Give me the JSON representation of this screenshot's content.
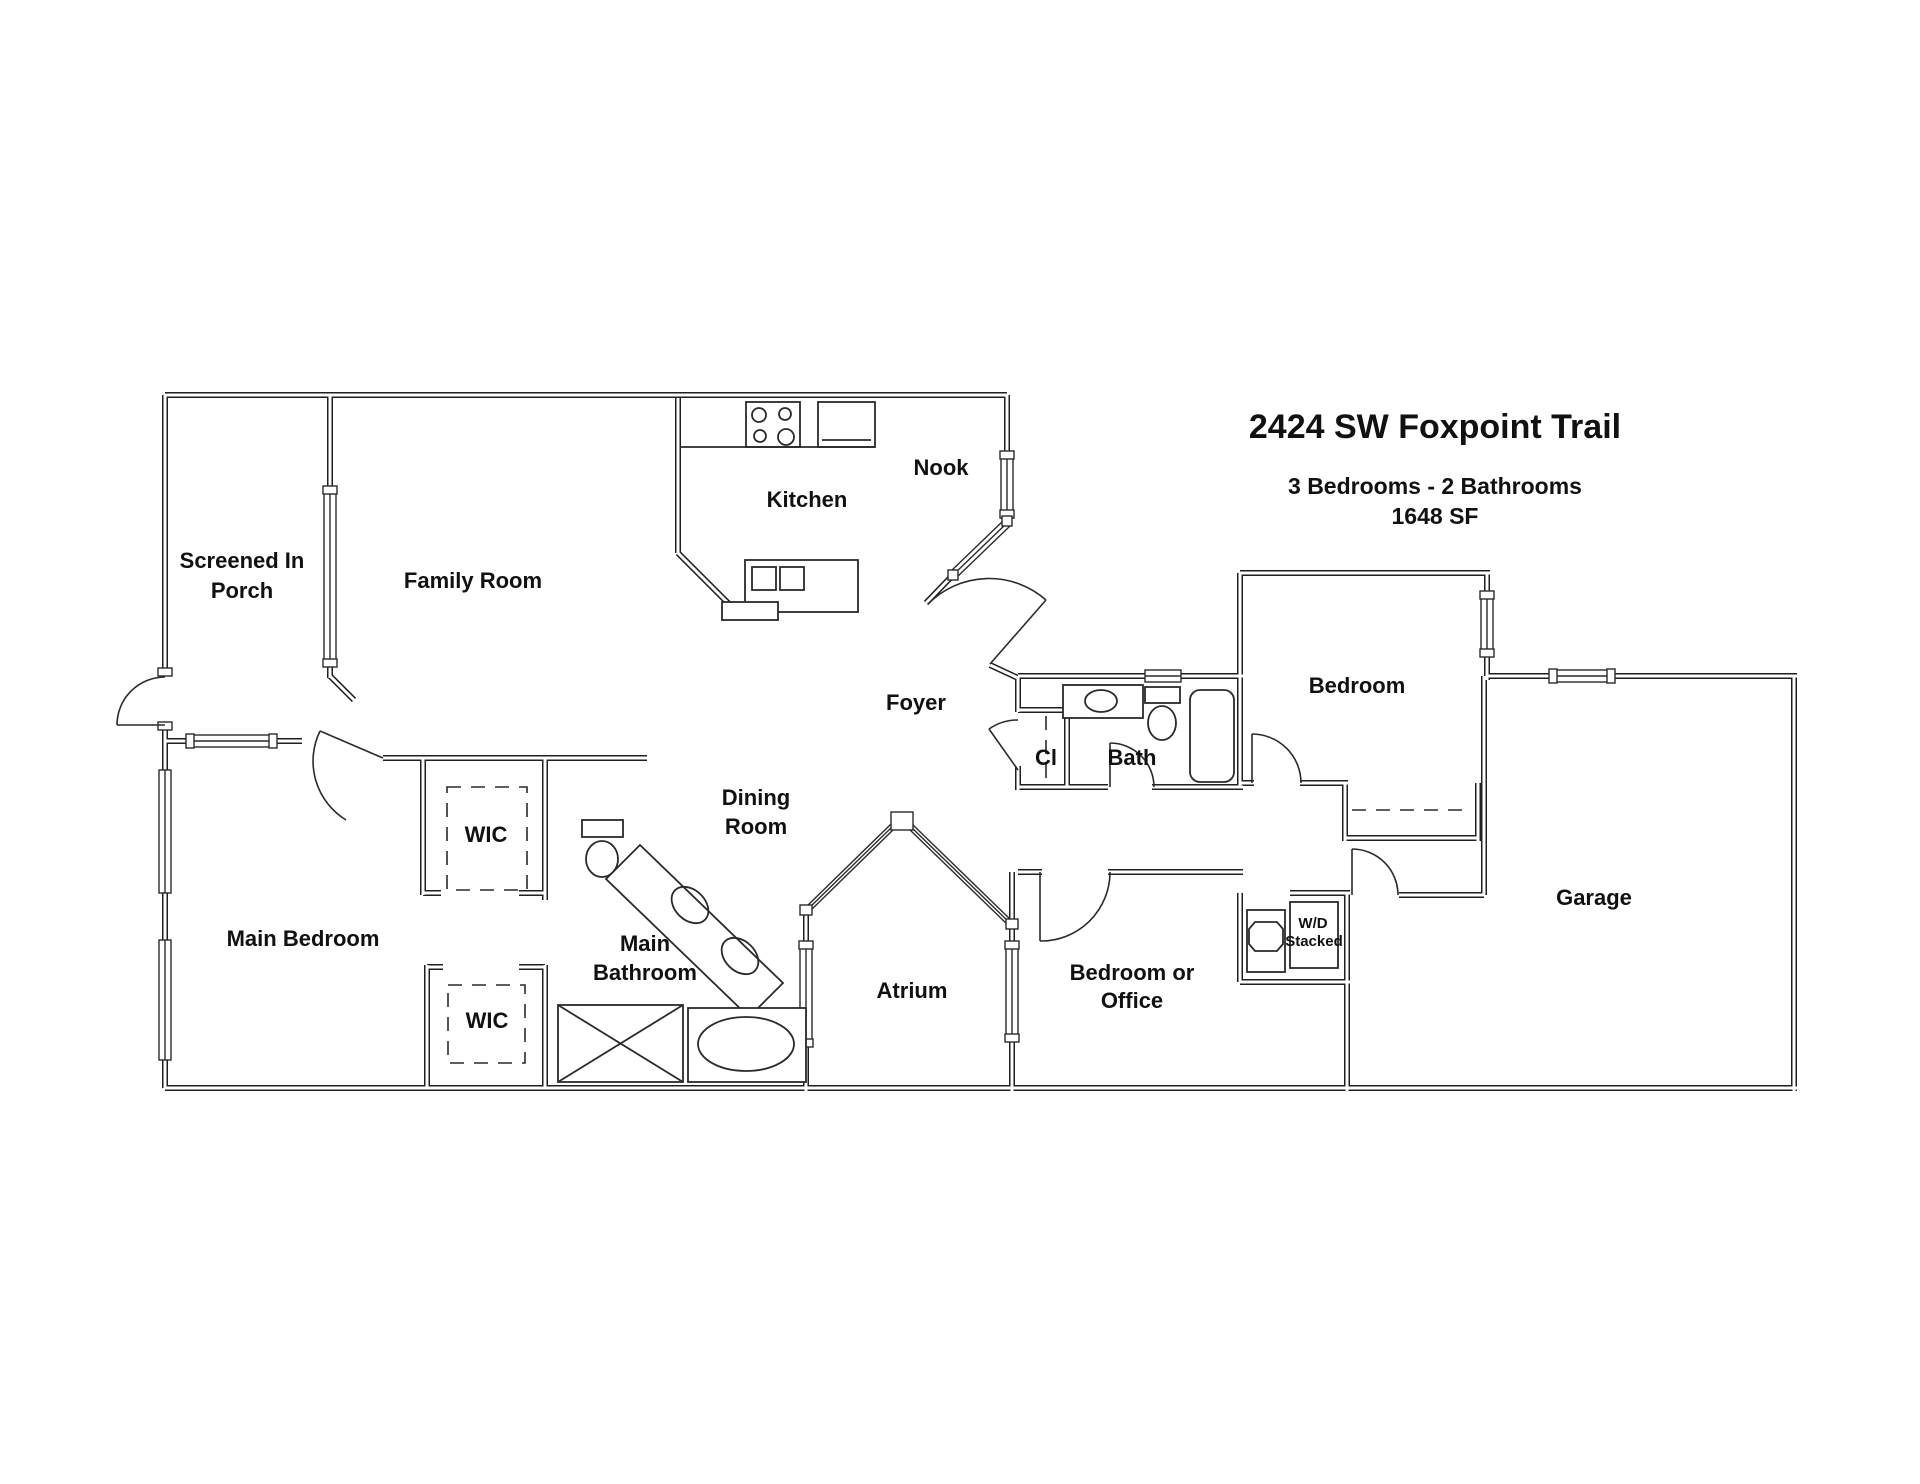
{
  "title_block": {
    "address": "2424 SW Foxpoint Trail",
    "details": "3 Bedrooms - 2 Bathrooms",
    "area": "1648 SF"
  },
  "rooms": {
    "screened_porch": {
      "label_line1": "Screened In",
      "label_line2": "Porch"
    },
    "family_room": {
      "label": "Family Room"
    },
    "kitchen": {
      "label": "Kitchen"
    },
    "nook": {
      "label": "Nook"
    },
    "foyer": {
      "label": "Foyer"
    },
    "closet": {
      "label": "Cl"
    },
    "bath": {
      "label": "Bath"
    },
    "bedroom": {
      "label": "Bedroom"
    },
    "dining_room": {
      "label_line1": "Dining",
      "label_line2": "Room"
    },
    "wic_upper": {
      "label": "WIC"
    },
    "wic_lower": {
      "label": "WIC"
    },
    "main_bedroom": {
      "label": "Main Bedroom"
    },
    "main_bathroom": {
      "label_line1": "Main",
      "label_line2": "Bathroom"
    },
    "atrium": {
      "label": "Atrium"
    },
    "bedroom_or_office": {
      "label_line1": "Bedroom or",
      "label_line2": "Office"
    },
    "laundry": {
      "label_line1": "W/D",
      "label_line2": "Stacked"
    },
    "garage": {
      "label": "Garage"
    }
  },
  "colors": {
    "wall": "#1f1f1f",
    "background": "#ffffff"
  }
}
